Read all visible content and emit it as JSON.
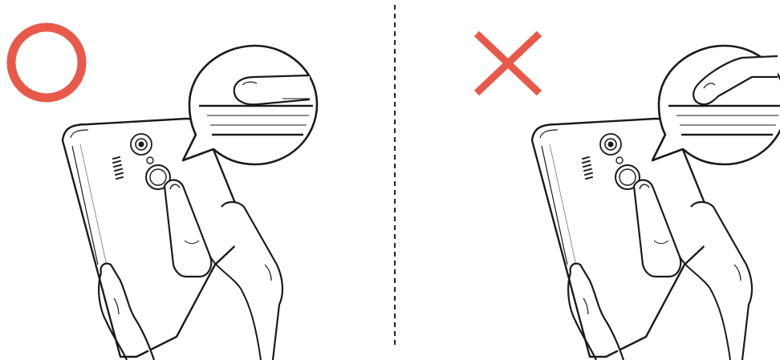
{
  "panels": [
    {
      "id": "correct",
      "mark": "circle",
      "mark_icon": "correct-circle-icon",
      "finger_contact": "flat"
    },
    {
      "id": "incorrect",
      "mark": "cross",
      "mark_icon": "incorrect-cross-icon",
      "finger_contact": "tip"
    }
  ],
  "colors": {
    "mark": "#E8594A",
    "line": "#1a1a1a",
    "divider": "#222222",
    "background": "#ffffff"
  },
  "divider": {
    "style": "dashed",
    "orientation": "vertical"
  }
}
